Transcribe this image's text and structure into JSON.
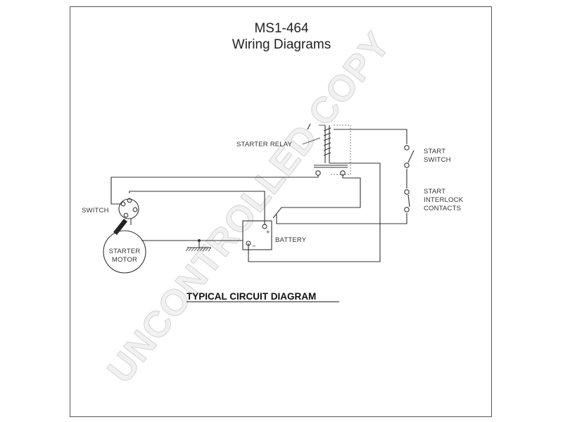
{
  "header": {
    "model": "MS1-464",
    "subtitle": "Wiring Diagrams"
  },
  "labels": {
    "starter_relay": "STARTER RELAY",
    "start_switch_line1": "START",
    "start_switch_line2": "SWITCH",
    "interlock_line1": "START",
    "interlock_line2": "INTERLOCK",
    "interlock_line3": "CONTACTS",
    "switch": "SWITCH",
    "motor_line1": "STARTER",
    "motor_line2": "MOTOR",
    "battery": "BATTERY",
    "battery_pos": "+",
    "battery_neg": "−"
  },
  "caption": "TYPICAL CIRCUIT DIAGRAM",
  "watermark": "UNCONTROLLED COPY"
}
